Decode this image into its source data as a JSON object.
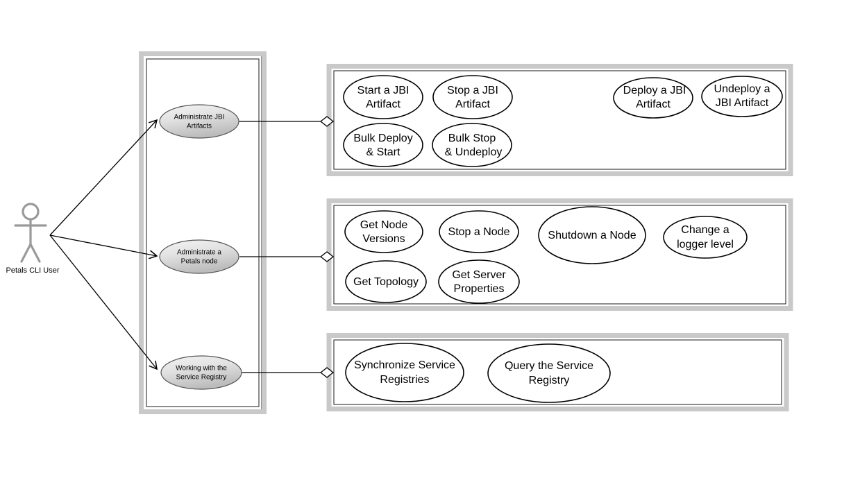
{
  "diagram": {
    "type": "uml-use-case-diagram",
    "background_color": "#ffffff",
    "group_border_color": "#c9c9c9",
    "ellipse_fill_gray_top": "#f2f2f2",
    "ellipse_fill_gray_bottom": "#bdbdbd",
    "ellipse_fill_white": "#ffffff",
    "line_color": "#000000",
    "actor_color": "#9a9a9a"
  },
  "actor": {
    "name": "Petals CLI User",
    "icon": "stick-figure-actor"
  },
  "subject_group": {
    "name": "petals-cli-subject-group",
    "use_cases": [
      {
        "label_line1": "Administrate JBI",
        "label_line2": "Artifacts",
        "full": "Administrate JBI Artifacts"
      },
      {
        "label_line1": "Administrate a",
        "label_line2": "Petals node",
        "full": "Administrate a Petals node"
      },
      {
        "label_line1": "Working with the",
        "label_line2": "Service Registry",
        "full": "Working with the Service Registry"
      }
    ]
  },
  "detail_groups": [
    {
      "name": "jbi-artifacts-group",
      "use_cases": [
        {
          "full": "Start a JBI Artifact",
          "lines": [
            "Start a JBI",
            "Artifact"
          ]
        },
        {
          "full": "Stop a JBI Artifact",
          "lines": [
            "Stop a JBI",
            "Artifact"
          ]
        },
        {
          "full": "Deploy a JBI Artifact",
          "lines": [
            "Deploy a JBI",
            "Artifact"
          ]
        },
        {
          "full": "Undeploy a JBI Artifact",
          "lines": [
            "Undeploy a",
            "JBI Artifact"
          ]
        },
        {
          "full": "Bulk Deploy & Start",
          "lines": [
            "Bulk Deploy",
            "& Start"
          ]
        },
        {
          "full": "Bulk Stop & Undeploy",
          "lines": [
            "Bulk Stop",
            "& Undeploy"
          ]
        }
      ]
    },
    {
      "name": "petals-node-group",
      "use_cases": [
        {
          "full": "Get Node Versions",
          "lines": [
            "Get Node",
            "Versions"
          ]
        },
        {
          "full": "Stop a Node",
          "lines": [
            "Stop a Node"
          ]
        },
        {
          "full": "Shutdown a Node",
          "lines": [
            "Shutdown a Node"
          ]
        },
        {
          "full": "Change a logger level",
          "lines": [
            "Change a",
            "logger level"
          ]
        },
        {
          "full": "Get Topology",
          "lines": [
            "Get Topology"
          ]
        },
        {
          "full": "Get Server Properties",
          "lines": [
            "Get Server",
            "Properties"
          ]
        }
      ]
    },
    {
      "name": "service-registry-group",
      "use_cases": [
        {
          "full": "Synchronize Service Registries",
          "lines": [
            "Synchronize Service",
            "Registries"
          ]
        },
        {
          "full": "Query the Service Registry",
          "lines": [
            "Query the Service",
            "Registry"
          ]
        }
      ]
    }
  ],
  "connectors": [
    {
      "name": "actor-to-jbi-artifacts",
      "kind": "association-arrow"
    },
    {
      "name": "actor-to-petals-node",
      "kind": "association-arrow"
    },
    {
      "name": "actor-to-service-registry",
      "kind": "association-arrow"
    },
    {
      "name": "jbi-artifacts-aggregation",
      "kind": "aggregation-diamond"
    },
    {
      "name": "petals-node-aggregation",
      "kind": "aggregation-diamond"
    },
    {
      "name": "service-registry-aggregation",
      "kind": "aggregation-diamond"
    }
  ]
}
